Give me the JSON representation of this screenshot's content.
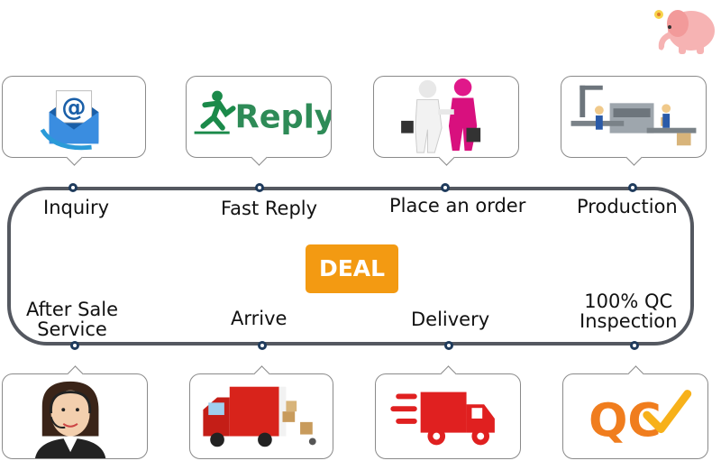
{
  "center_label": "DEAL",
  "steps_top": [
    {
      "label": "Inquiry",
      "icon": "email-icon"
    },
    {
      "label": "Fast Reply",
      "icon": "reply-icon"
    },
    {
      "label": "Place an order",
      "icon": "handshake-icon"
    },
    {
      "label": "Production",
      "icon": "production-line-icon"
    }
  ],
  "steps_bottom": [
    {
      "label_line1": "After Sale",
      "label_line2": "Service",
      "icon": "support-agent-icon"
    },
    {
      "label": "Arrive",
      "icon": "truck-unloading-icon"
    },
    {
      "label": "Delivery",
      "icon": "fast-delivery-truck-icon"
    },
    {
      "label_line1": "100% QC",
      "label_line2": "Inspection",
      "icon": "qc-check-icon"
    }
  ],
  "reply_logo_text": "Reply",
  "qc_logo_text": "QC",
  "colors": {
    "loop": "#545860",
    "dot": "#1f3b5c",
    "deal": "#f39a12",
    "reply_green": "#2e8b57",
    "qc_orange": "#f07d1e",
    "truck_red": "#e02020"
  }
}
